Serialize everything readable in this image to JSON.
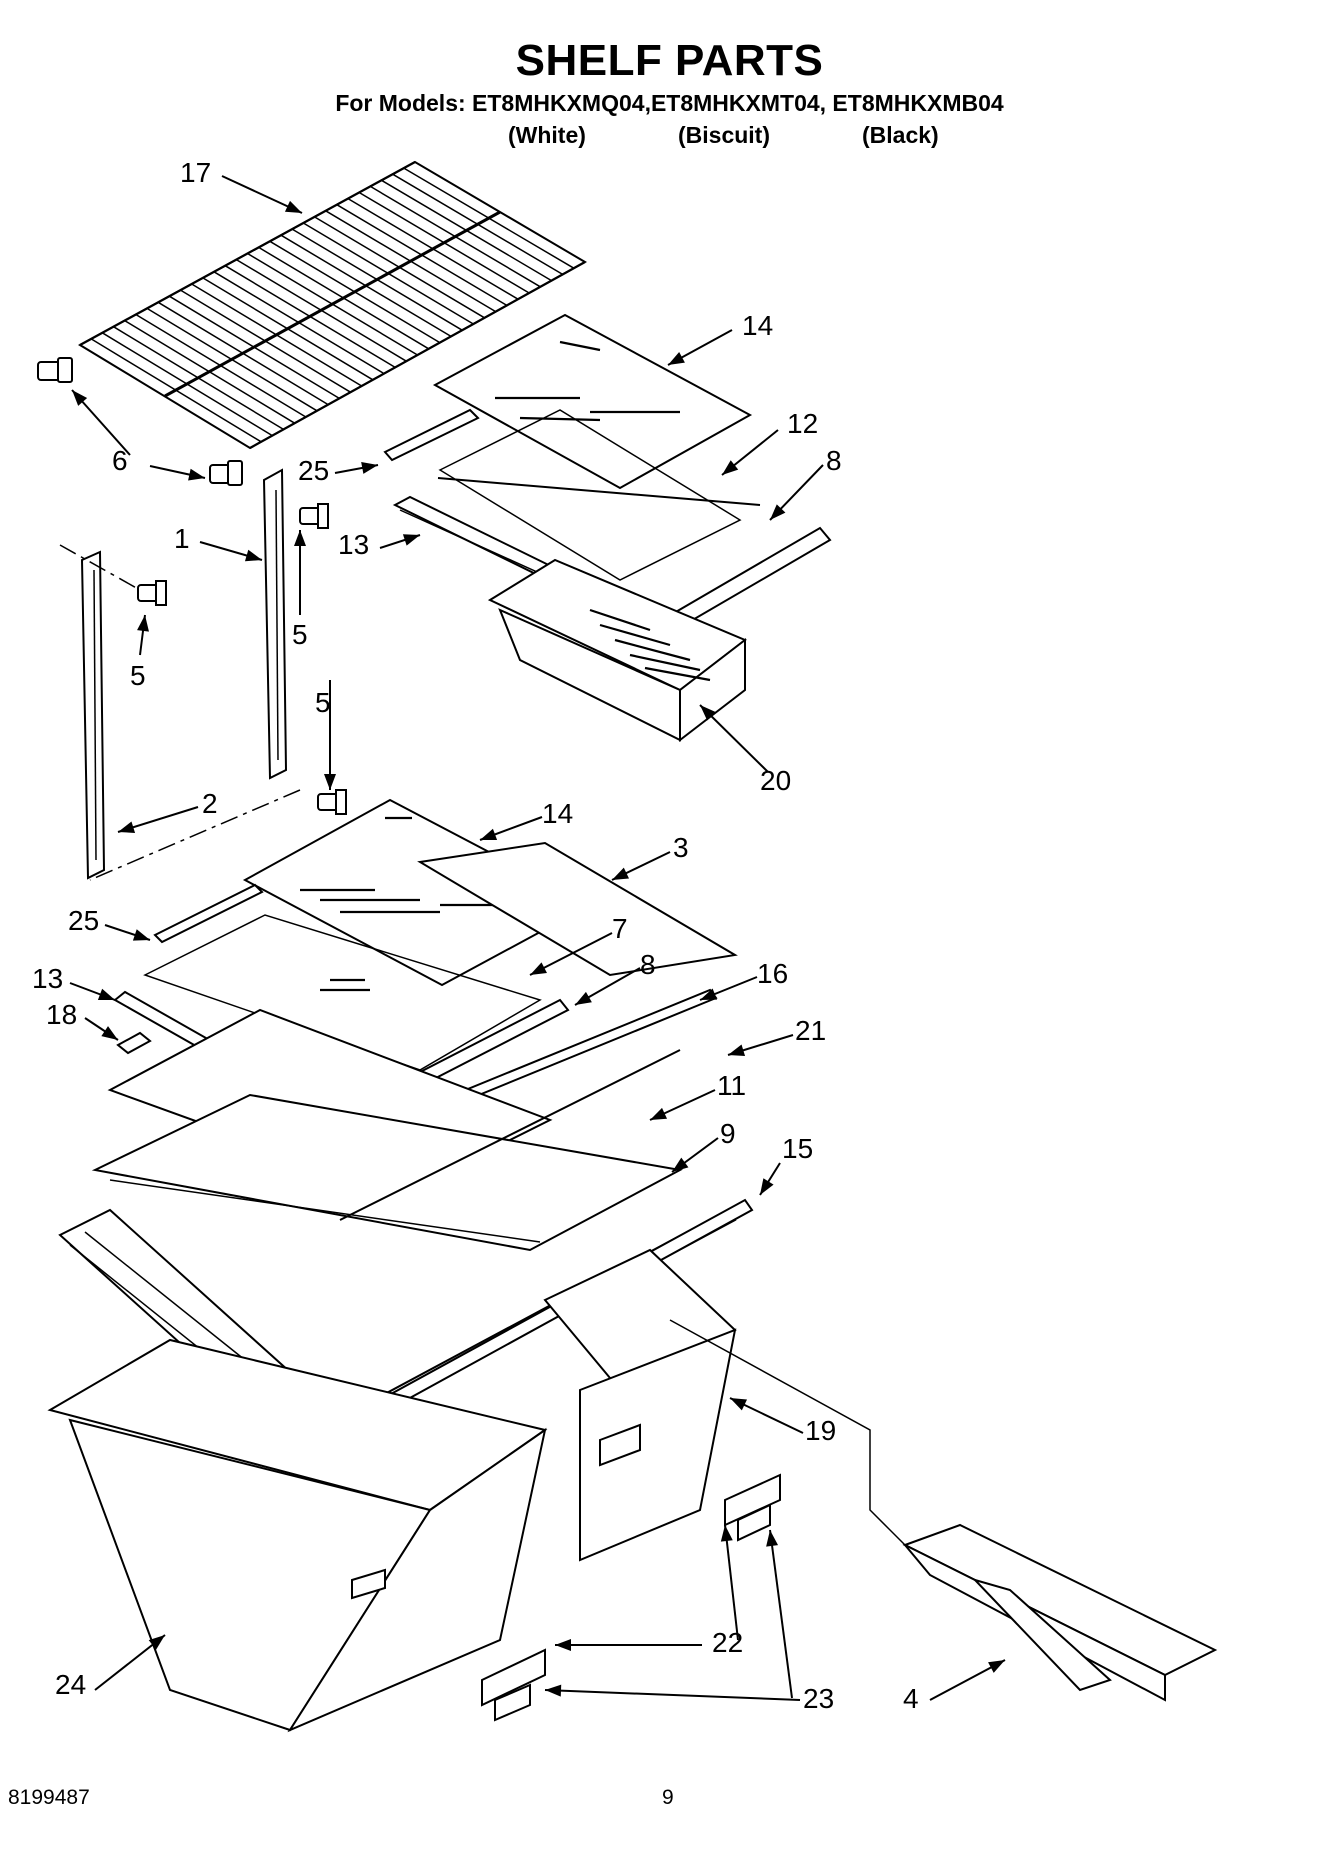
{
  "header": {
    "title": "SHELF PARTS",
    "models": "For Models: ET8MHKXMQ04,ET8MHKXMT04, ET8MHKXMB04",
    "colors": [
      "(White)",
      "(Biscuit)",
      "(Black)"
    ]
  },
  "callouts": {
    "c17": "17",
    "c14a": "14",
    "c12": "12",
    "c8a": "8",
    "c6a": "6",
    "c6b": "6",
    "c25a": "25",
    "c13a": "13",
    "c1": "1",
    "c5a": "5",
    "c5b": "5",
    "c5c": "5",
    "c20": "20",
    "c2": "2",
    "c14b": "14",
    "c3": "3",
    "c25b": "25",
    "c7": "7",
    "c8b": "8",
    "c16": "16",
    "c13b": "13",
    "c18": "18",
    "c21": "21",
    "c11": "11",
    "c9": "9",
    "c15": "15",
    "c19": "19",
    "c22": "22",
    "c23": "23",
    "c24": "24",
    "c4": "4"
  },
  "footer": {
    "doc_number": "8199487",
    "page_number": "9"
  }
}
